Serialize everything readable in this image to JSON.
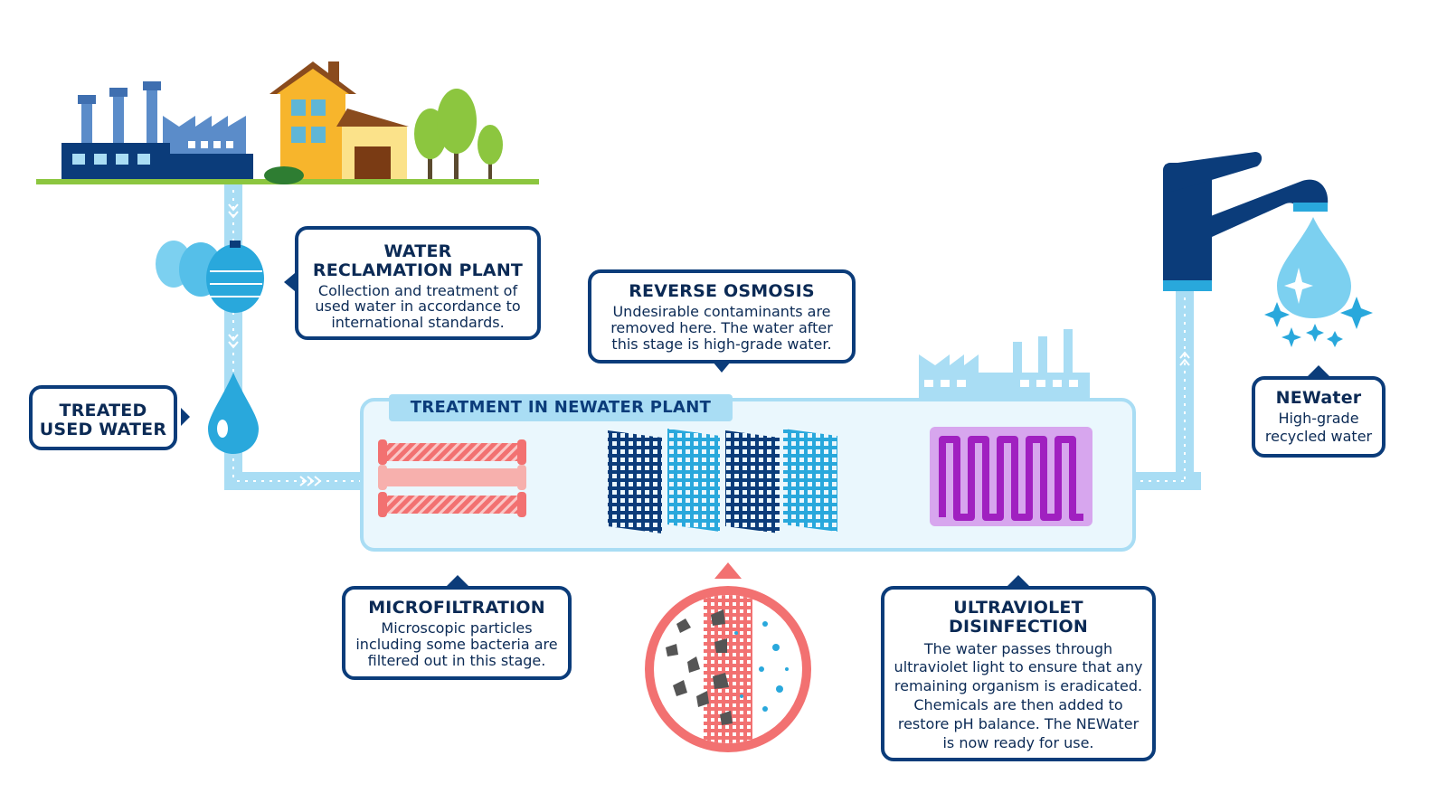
{
  "plant_title": "TREATMENT IN NEWATER PLANT",
  "callouts": {
    "reclamation": {
      "title_line1": "WATER",
      "title_line2": "RECLAMATION PLANT",
      "text": "Collection and treatment of used water in accordance to international standards."
    },
    "treated": {
      "title_line1": "TREATED",
      "title_line2": "USED WATER"
    },
    "reverse_osmosis": {
      "title": "REVERSE OSMOSIS",
      "text": "Undesirable contaminants are removed here. The water after this stage is high-grade water."
    },
    "microfiltration": {
      "title": "MICROFILTRATION",
      "text": "Microscopic particles including some bacteria are filtered out in this stage."
    },
    "ultraviolet": {
      "title_line1": "ULTRAVIOLET",
      "title_line2": "DISINFECTION",
      "text": "The water passes through ultraviolet light to ensure that any remaining organism is eradicated. Chemicals are then added to restore pH balance. The NEWater is now ready for use."
    },
    "newater": {
      "title": "NEWater",
      "text": "High-grade recycled water"
    }
  },
  "icons": [
    "factory-icon",
    "house-icon",
    "tree-icon",
    "storage-tank-icon",
    "water-drop-icon",
    "microfilter-tubes-icon",
    "ro-membrane-icon",
    "uv-lamp-icon",
    "tap-icon",
    "sparkle-icon",
    "magnifier-membrane-icon"
  ],
  "colors": {
    "navy": "#0b3c7a",
    "pipe": "#a9ddf4",
    "panel_border": "#a9ddf4",
    "panel_fill": "#eaf7fd",
    "filter_red": "#f27171",
    "uv_purple": "#a020c0",
    "tree_green": "#8cc63f",
    "house_yellow": "#f7b52c"
  }
}
